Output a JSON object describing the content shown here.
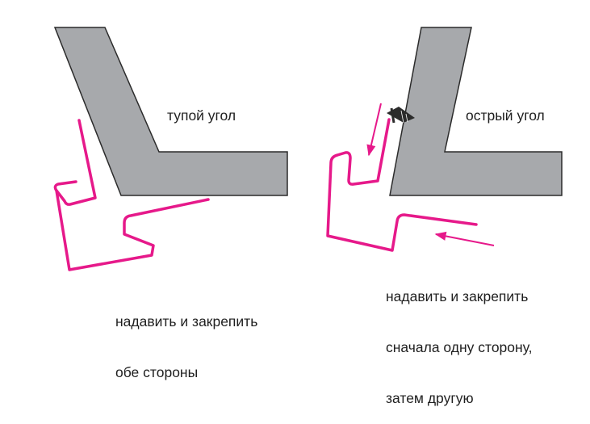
{
  "labels": {
    "obtuse_angle": "тупой угол",
    "acute_angle": "острый угол"
  },
  "captions": {
    "left_line1": "надавить и закрепить",
    "left_line2": "обе стороны",
    "right_line1": "надавить и закрепить",
    "right_line2": "сначала одну сторону,",
    "right_line3": "затем другую"
  },
  "colors": {
    "wall_fill": "#a7a9ac",
    "wall_stroke": "#2b2b2b",
    "profile": "#e6198a",
    "text": "#1f1f1f",
    "screw": "#2b2b2b"
  },
  "icons": [
    "screw-icon",
    "arrow-down-icon",
    "arrow-left-icon"
  ]
}
